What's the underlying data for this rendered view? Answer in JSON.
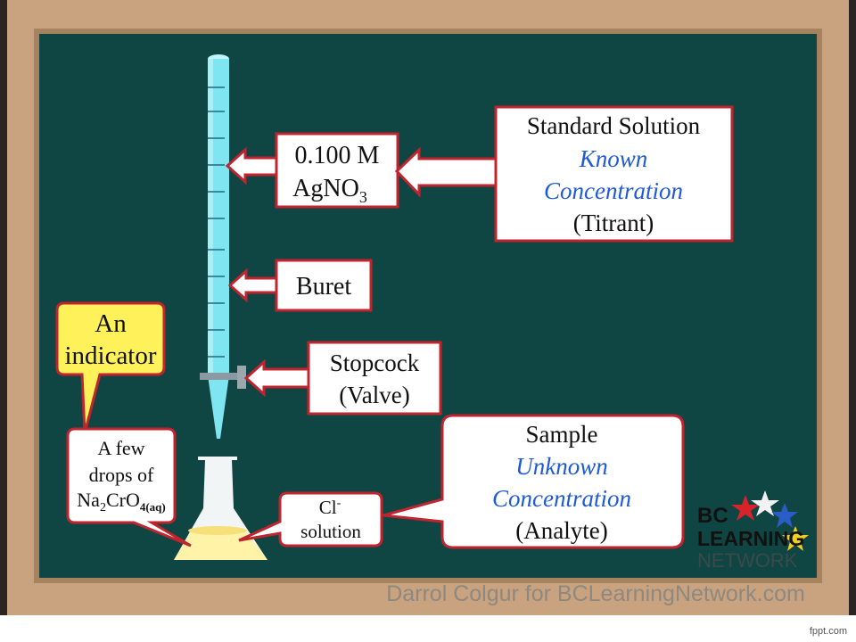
{
  "colors": {
    "board": "#0f4543",
    "frame": "#c9a37f",
    "arrow_fill": "#ffffff",
    "arrow_stroke": "#c0242e",
    "buret": "#7fe5f0",
    "indicator_box": "#fff15a",
    "emphasis_text": "#1f5ad6"
  },
  "buret": {
    "flow_arrow": "0.100 M AgNO3 label arrow"
  },
  "labels": {
    "agno3": {
      "line1": "0.100 M",
      "line2_main": "AgNO",
      "line2_sub": "3"
    },
    "standard_solution": {
      "title": "Standard Solution",
      "emphasis1": "Known",
      "emphasis2": "Concentration",
      "note": "(Titrant)"
    },
    "buret": "Buret",
    "stopcock": {
      "line1": "Stopcock",
      "line2": "(Valve)"
    },
    "sample": {
      "title": "Sample",
      "emphasis1": "Unknown",
      "emphasis2": "Concentration",
      "note": "(Analyte)"
    },
    "indicator": {
      "line1": "An",
      "line2": "indicator"
    },
    "drops": {
      "line1": "A few",
      "line2": "drops of",
      "line3_a": "Na",
      "line3_sub1": "2",
      "line3_b": "CrO",
      "line3_sub2": "4(aq)"
    },
    "chloride": {
      "ion": "Cl",
      "charge": "-",
      "line2": "solution"
    }
  },
  "logo": {
    "line1": "BC",
    "line2": "LEARNING",
    "line3": "NETWORK"
  },
  "credit": "Darrol Colgur for BCLearningNetwork.com",
  "footer": "fppt.com"
}
